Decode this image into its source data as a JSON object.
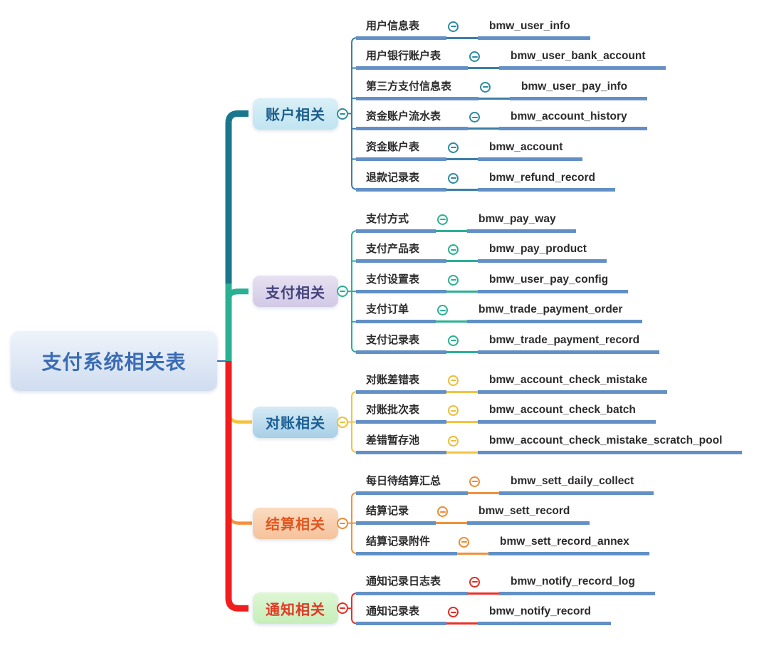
{
  "root": {
    "label": "支付系统相关表",
    "colors": {
      "bg_top": "#eef3fa",
      "bg_bottom": "#d0ddf0",
      "text": "#3a6cb4",
      "connector": "#3a6cb4"
    }
  },
  "style": {
    "underline_color": "#6290c6",
    "child_text_color": "#2b2b2b"
  },
  "branches": [
    {
      "label": "账户相关",
      "colors": {
        "trunk": "#1a768d",
        "wire": "#3b7fa6",
        "icon": "#2d8ba1",
        "bg_top": "#daf0f8",
        "bg_bottom": "#c0e4f0",
        "text": "#1d5e8c"
      },
      "children": [
        {
          "name": "用户信息表",
          "table": "bmw_user_info"
        },
        {
          "name": "用户银行账户表",
          "table": "bmw_user_bank_account"
        },
        {
          "name": "第三方支付信息表",
          "table": "bmw_user_pay_info"
        },
        {
          "name": "资金账户流水表",
          "table": "bmw_account_history"
        },
        {
          "name": "资金账户表",
          "table": "bmw_account"
        },
        {
          "name": "退款记录表",
          "table": "bmw_refund_record"
        }
      ]
    },
    {
      "label": "支付相关",
      "colors": {
        "trunk": "#2ab093",
        "wire": "#2ab093",
        "icon": "#2ab093",
        "bg_top": "#e7e1f1",
        "bg_bottom": "#d2c9e6",
        "text": "#45437d"
      },
      "children": [
        {
          "name": "支付方式",
          "table": "bmw_pay_way"
        },
        {
          "name": "支付产品表",
          "table": "bmw_pay_product"
        },
        {
          "name": "支付设置表",
          "table": "bmw_user_pay_config"
        },
        {
          "name": "支付订单",
          "table": "bmw_trade_payment_order"
        },
        {
          "name": "支付记录表",
          "table": "bmw_trade_payment_record"
        }
      ]
    },
    {
      "label": "对账相关",
      "colors": {
        "trunk": "#f6c33c",
        "wire": "#f2c440",
        "icon": "#eebd35",
        "bg_top": "#d6ebf5",
        "bg_bottom": "#a8cee5",
        "text": "#1a5f97"
      },
      "children": [
        {
          "name": "对账差错表",
          "table": "bmw_account_check_mistake"
        },
        {
          "name": "对账批次表",
          "table": "bmw_account_check_batch"
        },
        {
          "name": "差错暂存池",
          "table": "bmw_account_check_mistake_scratch_pool"
        }
      ]
    },
    {
      "label": "结算相关",
      "colors": {
        "trunk": "#f5913d",
        "wire": "#f0913c",
        "icon": "#ee8a31",
        "bg_top": "#fbdcc1",
        "bg_bottom": "#f6c29c",
        "text": "#e0571f"
      },
      "children": [
        {
          "name": "每日待结算汇总",
          "table": "bmw_sett_daily_collect"
        },
        {
          "name": "结算记录",
          "table": "bmw_sett_record"
        },
        {
          "name": "结算记录附件",
          "table": "bmw_sett_record_annex"
        }
      ]
    },
    {
      "label": "通知相关",
      "colors": {
        "trunk": "#f01e1e",
        "wire": "#e93028",
        "icon": "#e62b21",
        "bg_top": "#def6d4",
        "bg_bottom": "#c6eeb9",
        "text": "#e33a26"
      },
      "children": [
        {
          "name": "通知记录日志表",
          "table": "bmw_notify_record_log"
        },
        {
          "name": "通知记录表",
          "table": "bmw_notify_record"
        }
      ]
    }
  ]
}
